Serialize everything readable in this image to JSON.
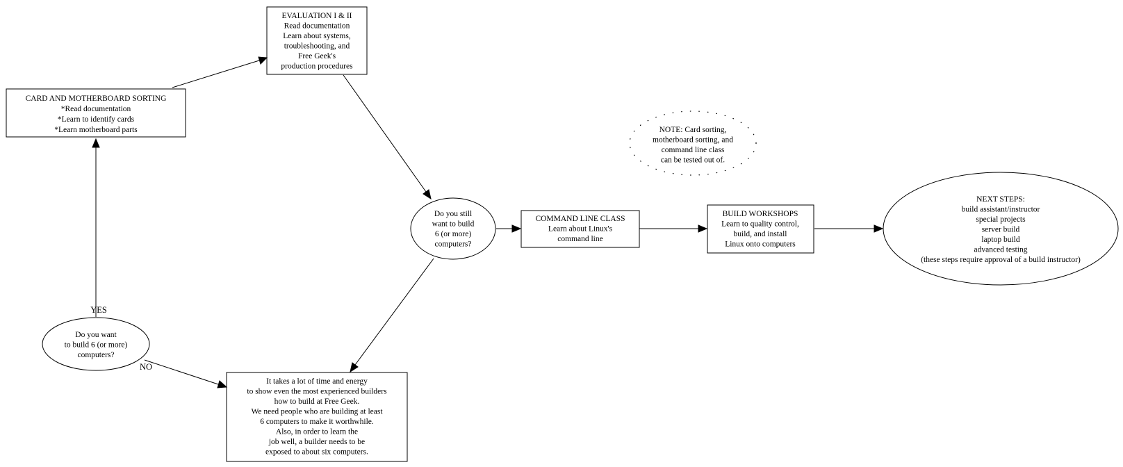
{
  "nodes": {
    "card_sorting": [
      "CARD AND MOTHERBOARD SORTING",
      "*Read documentation",
      "*Learn to identify cards",
      "*Learn motherboard parts"
    ],
    "evaluation": [
      "EVALUATION I & II",
      "Read documentation",
      "Learn about systems,",
      "troubleshooting, and",
      "Free Geek's",
      "production procedures"
    ],
    "want_build": [
      "Do you want",
      "to build 6 (or more)",
      "computers?"
    ],
    "still_want": [
      "Do you still",
      "want to build",
      "6 (or more)",
      "computers?"
    ],
    "command_line": [
      "COMMAND LINE CLASS",
      "Learn about Linux's",
      "command line"
    ],
    "build_workshops": [
      "BUILD WORKSHOPS",
      "Learn to quality control,",
      "build, and install",
      "Linux onto computers"
    ],
    "next_steps": [
      "NEXT STEPS:",
      "build assistant/instructor",
      "special projects",
      "server build",
      "laptop build",
      "advanced testing",
      "(these steps require approval of a build instructor)"
    ],
    "note": [
      "NOTE: Card sorting,",
      "motherboard sorting, and",
      "command line class",
      "can be tested out of."
    ],
    "time_energy": [
      "It takes a lot of time and energy",
      "to show even the most experienced builders",
      "how to build at Free Geek.",
      "We need people who are building at least",
      "6 computers to make it worthwhile.",
      "Also, in order to learn the",
      "job well, a builder needs to be",
      "exposed to about six computers."
    ]
  },
  "edge_labels": {
    "yes": "YES",
    "no": "NO"
  }
}
